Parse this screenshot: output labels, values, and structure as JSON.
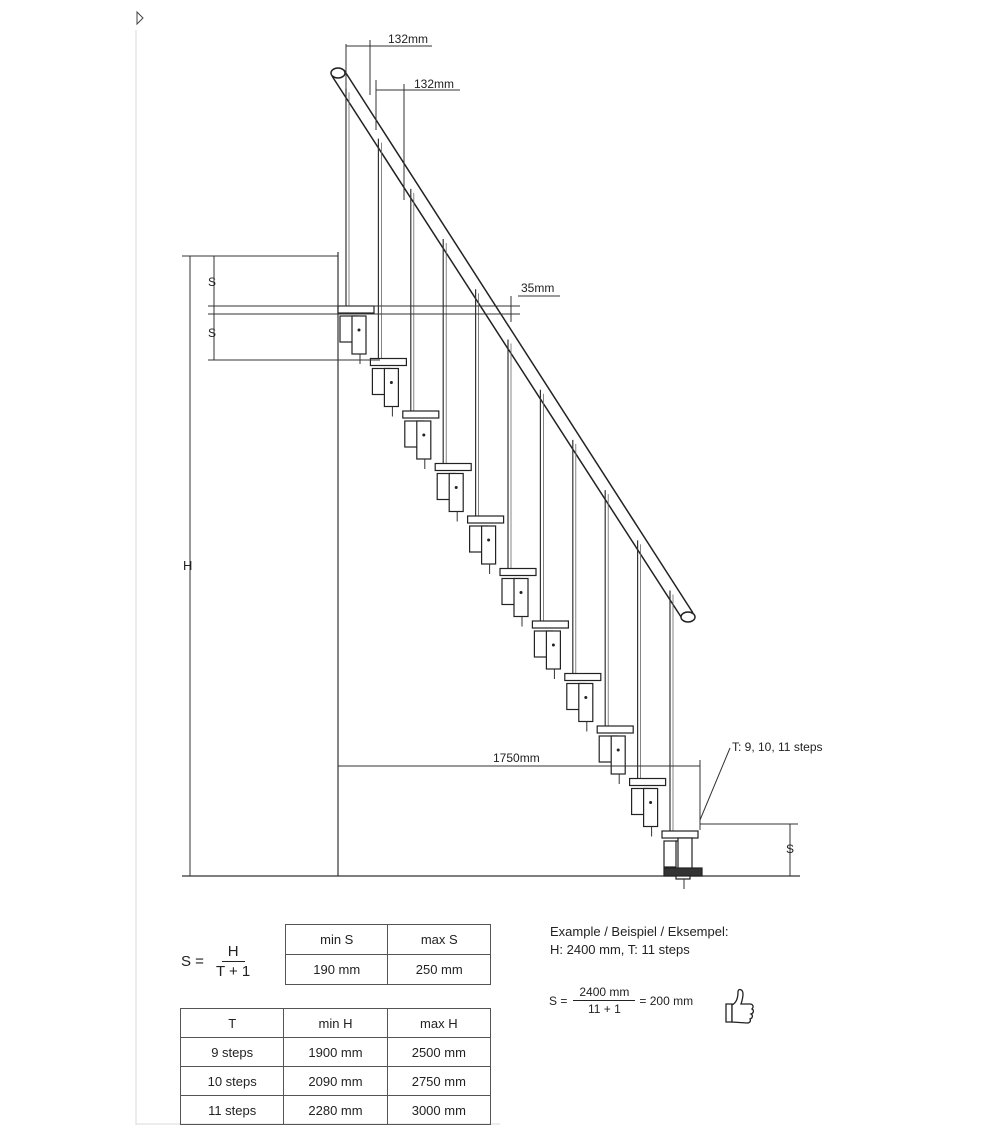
{
  "dimensions": {
    "top_rail_offset_1": "132mm",
    "top_rail_offset_2": "132mm",
    "rail_clearance": "35mm",
    "run_length": "1750mm",
    "steps_note": "T: 9, 10, 11 steps",
    "height_label": "H",
    "step_label": "S"
  },
  "formula": {
    "lhs": "S =",
    "numerator": "H",
    "denominator": "T + 1"
  },
  "s_table": {
    "headers": [
      "min S",
      "max S"
    ],
    "row": [
      "190 mm",
      "250 mm"
    ]
  },
  "h_table": {
    "headers": [
      "T",
      "min H",
      "max H"
    ],
    "rows": [
      [
        "9 steps",
        "1900 mm",
        "2500 mm"
      ],
      [
        "10 steps",
        "2090 mm",
        "2750 mm"
      ],
      [
        "11 steps",
        "2280 mm",
        "3000 mm"
      ]
    ]
  },
  "example": {
    "title": "Example / Beispiel / Eksempel:",
    "given": "H: 2400 mm, T: 11 steps",
    "lhs": "S =",
    "numerator": "2400 mm",
    "denominator": "11 + 1",
    "result": "= 200 mm"
  },
  "icons": [
    "thumbs-up-icon",
    "arrow-marker-icon"
  ]
}
